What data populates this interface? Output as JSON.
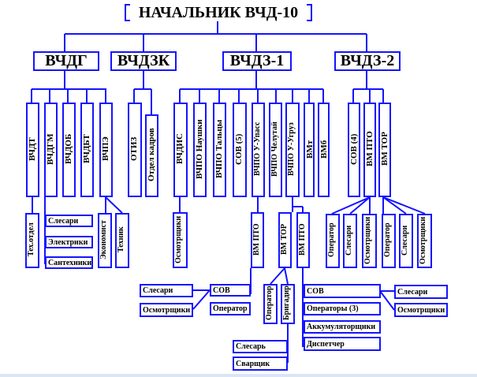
{
  "title": "НАЧАЛЬНИК ВЧД-10",
  "level2": [
    "ВЧДГ",
    "ВЧДЗК",
    "ВЧДЗ-1",
    "ВЧДЗ-2"
  ],
  "vchdg": {
    "children": [
      "ВЧДТ",
      "ВЧДГМ",
      "ВЧДОБ",
      "ВЧДБТ",
      "ВЧПЭ"
    ],
    "techotdel": "Тех.отдел",
    "vchdgm_staff": [
      "Слесари",
      "Электрики",
      "Сантехники"
    ],
    "vchpe_staff": [
      "Экономист",
      "Техник"
    ]
  },
  "vchdzk": {
    "children": [
      "ОТИЗ",
      "Отдел кадров"
    ]
  },
  "vchdz1": {
    "children": [
      "ВЧДИС",
      "ВЧПО Наушки",
      "ВЧПО Тальцы",
      "СОВ (5)",
      "ВЧПО У-Упасс",
      "ВЧПО Челутай",
      "ВЧПО У-Угруз",
      "ВМт",
      "ВМб"
    ],
    "vchdis_staff": "Осмотрщики",
    "upass_vm_pto": "ВМ ПТО",
    "upass_sov": "СОВ",
    "upass_operator": "Оператор",
    "upass_sov_staff": [
      "Слесари",
      "Осмотрщики"
    ],
    "ugruz_vm_tor": "ВМ ТОР",
    "ugruz_vm_pto": "ВМ ПТО",
    "tor_staff": [
      "Оператор",
      "Бригадир"
    ],
    "brigadir_staff": [
      "Слесарь",
      "Сварщик"
    ],
    "pto_staff": [
      "СОВ",
      "Операторы (3)",
      "Аккумуляторщики",
      "Диспетчер"
    ],
    "pto_sov_staff": [
      "Слесари",
      "Осмотрщики"
    ]
  },
  "vchdz2": {
    "children": [
      "СОВ (4)",
      "ВМ ПТО",
      "ВМ ТОР"
    ],
    "pto_staff": [
      "Оператор",
      "Слесари",
      "Осмотрщики"
    ],
    "tor_staff": [
      "Оператор",
      "Слесари",
      "Осмотрщики"
    ]
  },
  "colors": {
    "line": "#1414ff",
    "text": "#000000"
  }
}
